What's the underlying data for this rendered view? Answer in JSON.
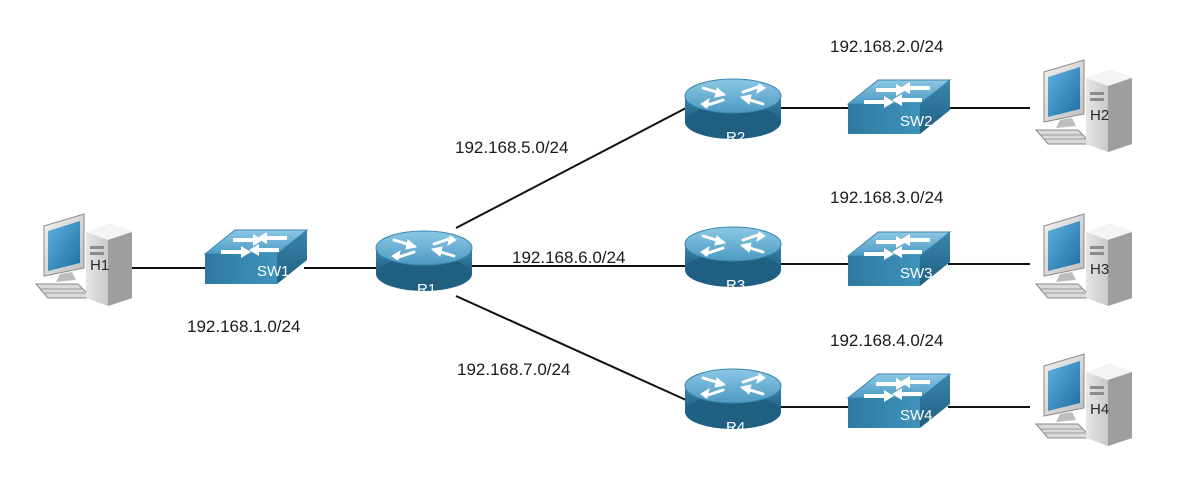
{
  "colors": {
    "device_blue": "#3d8db5",
    "device_blue_dark": "#1f5f82",
    "device_blue_light": "#6fb3d6",
    "link": "#111111"
  },
  "devices": {
    "routers": [
      "R1",
      "R2",
      "R3",
      "R4"
    ],
    "switches": [
      "SW1",
      "SW2",
      "SW3",
      "SW4"
    ],
    "hosts": [
      "H1",
      "H2",
      "H3",
      "H4"
    ]
  },
  "networks": {
    "net1": "192.168.1.0/24",
    "net2": "192.168.2.0/24",
    "net3": "192.168.3.0/24",
    "net4": "192.168.4.0/24",
    "net5": "192.168.5.0/24",
    "net6": "192.168.6.0/24",
    "net7": "192.168.7.0/24"
  },
  "icons": {
    "router": "router-icon",
    "switch": "switch-icon",
    "host": "workstation-icon"
  }
}
